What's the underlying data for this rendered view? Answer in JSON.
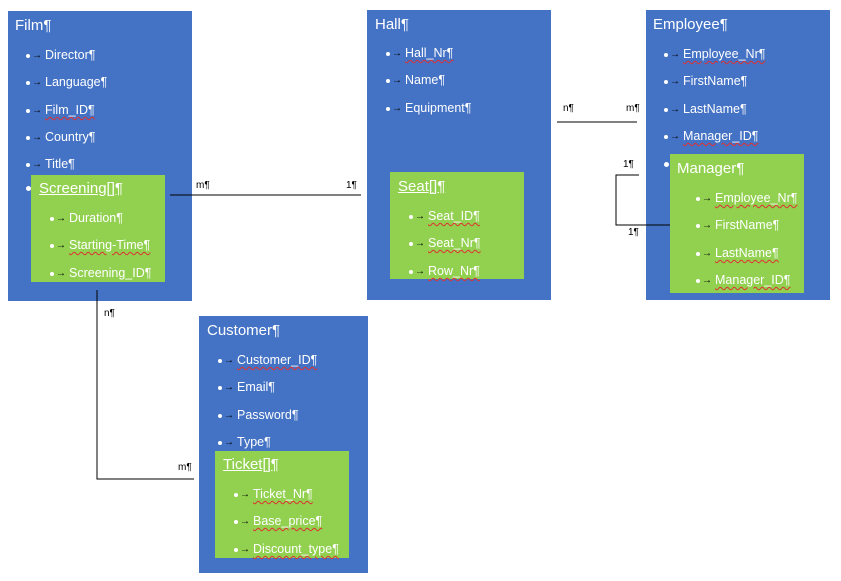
{
  "entities": {
    "film": {
      "title": "Film¶",
      "attributes": [
        "Director¶",
        "Language¶",
        "Film_ID¶",
        "Country¶",
        "Title¶"
      ],
      "nested": {
        "title": "Screening[]¶",
        "attributes": [
          "Duration¶",
          "Starting-Time¶",
          "Screening_ID¶"
        ]
      }
    },
    "hall": {
      "title": "Hall¶",
      "attributes": [
        "Hall_Nr¶",
        "Name¶",
        "Equipment¶"
      ],
      "nested": {
        "title": "Seat[]¶",
        "attributes": [
          "Seat_ID¶",
          "Seat_Nr¶",
          "Row_Nr¶"
        ]
      }
    },
    "employee": {
      "title": "Employee¶",
      "attributes": [
        "Employee_Nr¶",
        "FirstName¶",
        "LastName¶",
        "Manager_ID¶"
      ],
      "nested": {
        "title": "Manager¶",
        "attributes": [
          "Employee_Nr¶",
          "FirstName¶",
          "LastName¶",
          "Manager_ID¶"
        ]
      }
    },
    "customer": {
      "title": "Customer¶",
      "attributes": [
        "Customer_ID¶",
        "Email¶",
        "Password¶",
        "Type¶"
      ],
      "nested": {
        "title": "Ticket[]¶",
        "attributes": [
          "Ticket_Nr¶",
          "Base_price¶",
          "Discount_type¶"
        ]
      }
    }
  },
  "cardinalities": {
    "film_screening_m": "m¶",
    "hall_seat_1": "1¶",
    "hall_side_n": "n¶",
    "employee_side_m": "m¶",
    "manager_loop_top": "1¶",
    "manager_loop_bottom": "1¶",
    "screening_n": "n¶",
    "ticket_m": "m¶"
  },
  "colors": {
    "entity": "#4472c4",
    "nested": "#92d050",
    "text": "#ffffff",
    "spellcheck": "#e03030"
  }
}
